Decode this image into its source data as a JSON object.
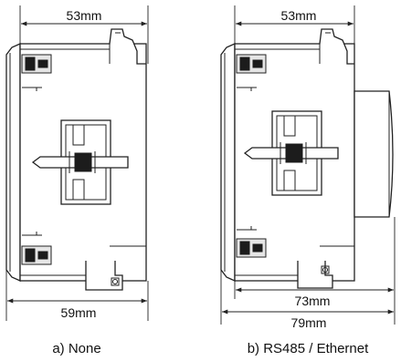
{
  "figure_a": {
    "dim_top": "53mm",
    "dim_bottom": "59mm",
    "caption": "a) None"
  },
  "figure_b": {
    "dim_top": "53mm",
    "dim_mid": "73mm",
    "dim_bottom": "79mm",
    "caption": "b) RS485 / Ethernet"
  }
}
